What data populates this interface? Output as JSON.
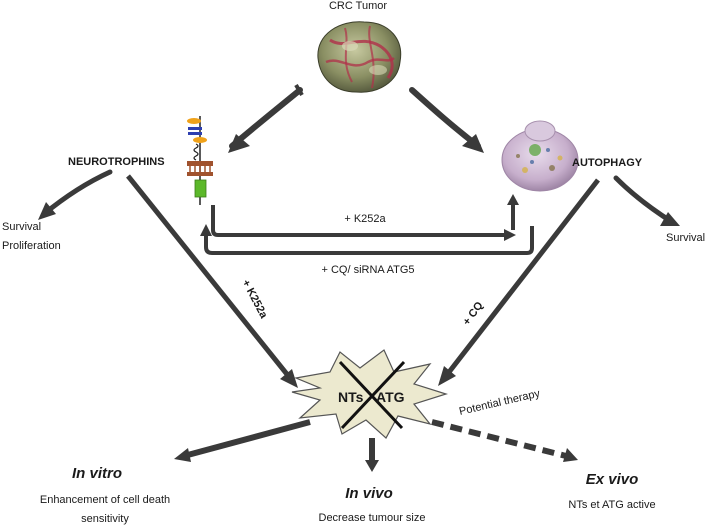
{
  "tumor_label": "CRC Tumor",
  "neurotrophins_label": "NEUROTROPHINS",
  "autophagy_label": "AUTOPHAGY",
  "survival_proliferation": [
    "Survival",
    "Proliferation"
  ],
  "survival_right": "Survival",
  "k252a_top": "+ K252a",
  "cq_sirna": "+ CQ/ siRNA ATG5",
  "k252a_diag": "+ K252a",
  "cq_diag": "+ CQ",
  "center_left": "NTs",
  "center_right": "ATG",
  "potential_therapy": "Potential therapy",
  "in_vitro": {
    "title": "In vitro",
    "line1": "Enhancement of cell death",
    "line2": "sensitivity"
  },
  "in_vivo": {
    "title": "In vivo",
    "line1": "Decrease tumour size"
  },
  "ex_vivo": {
    "title": "Ex vivo",
    "line1": "NTs et ATG active"
  },
  "colors": {
    "arrow": "#3a3a3a",
    "burst_fill": "#ece9cf",
    "burst_stroke": "#555555",
    "tumor_base": "#8a8f63",
    "tumor_vessel": "#b0304a",
    "cell_fill": "#cdb8d0",
    "receptor_orange": "#f0a21a",
    "receptor_blue": "#2e3fb0",
    "receptor_brown": "#a0522d",
    "receptor_green": "#5cb82a"
  }
}
